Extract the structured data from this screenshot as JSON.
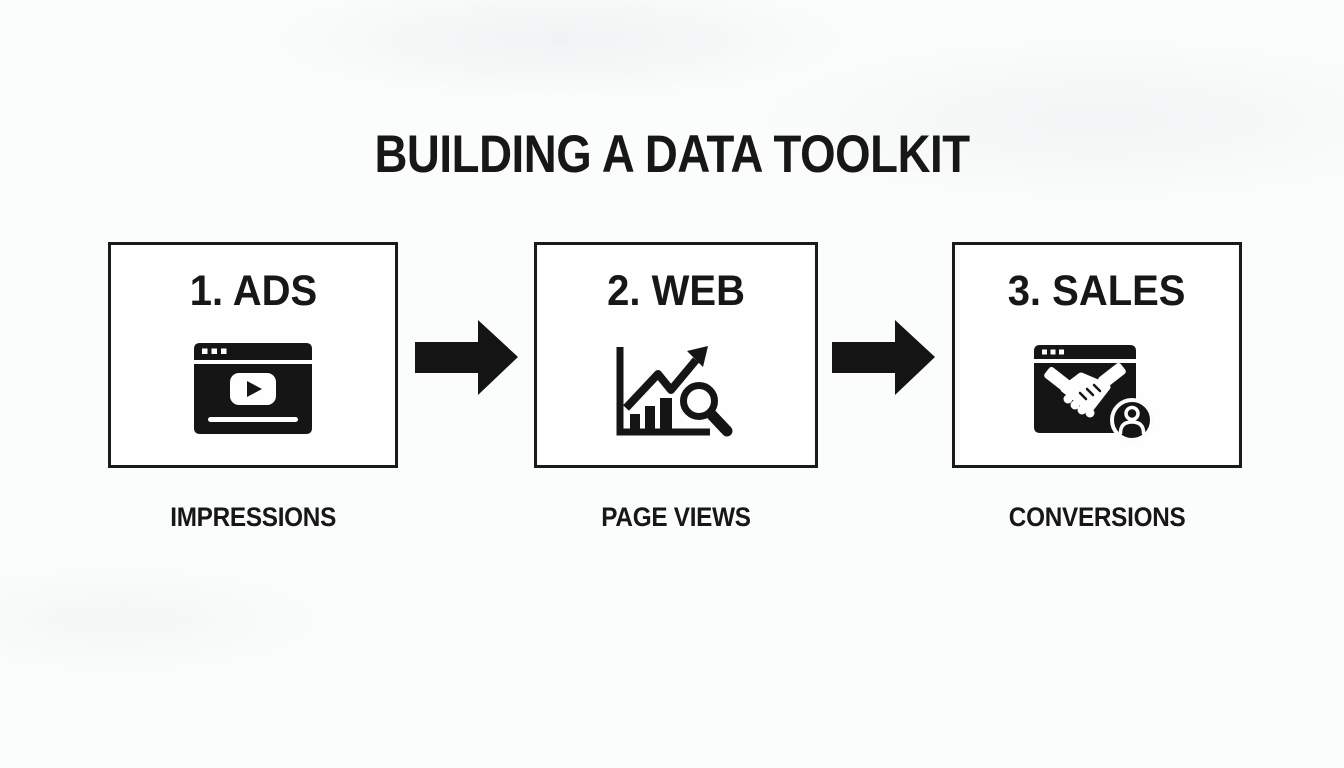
{
  "page": {
    "title": "BUILDING A DATA TOOLKIT",
    "background_color": "#fbfcfc",
    "ink_color": "#161616",
    "box_fill_color": "#fefefe"
  },
  "steps": [
    {
      "number_label": "1. ADS",
      "caption": "IMPRESSIONS",
      "icon": "video-ad-browser-icon"
    },
    {
      "number_label": "2. WEB",
      "caption": "PAGE VIEWS",
      "icon": "analytics-magnifier-icon"
    },
    {
      "number_label": "3. SALES",
      "caption": "CONVERSIONS",
      "icon": "handshake-browser-user-icon"
    }
  ],
  "connectors": [
    {
      "icon": "arrow-right-icon"
    },
    {
      "icon": "arrow-right-icon"
    }
  ]
}
